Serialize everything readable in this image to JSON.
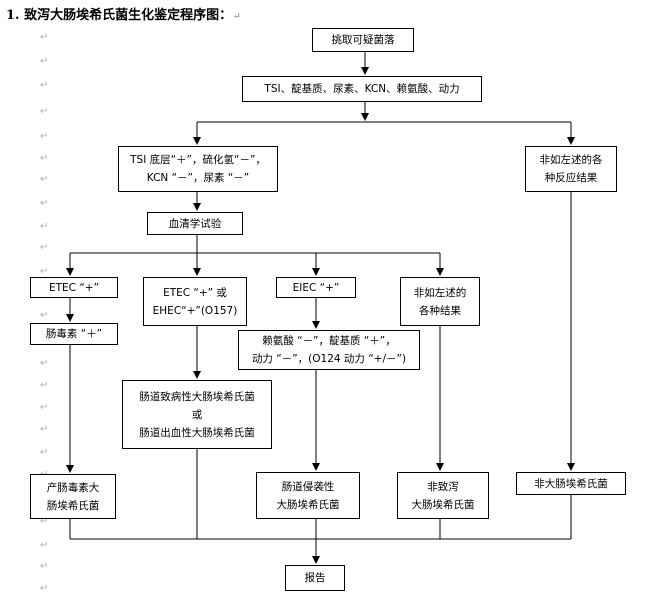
{
  "title": "1. 致泻大肠埃希氏菌生化鉴定程序图：",
  "title_mark": "↵",
  "paragraph_mark": "↵",
  "nodes": {
    "pick": [
      "挑取可疑菌落"
    ],
    "tests": [
      "TSI、靛基质、尿素、KCN、赖氨酸、动力"
    ],
    "tsi": [
      "TSI 底层“＋”，硫化氢“－”，",
      "KCN “－”，尿素 “－”"
    ],
    "not_above_top": [
      "非如左述的各",
      "种反应结果"
    ],
    "serology": [
      "血清学试验"
    ],
    "etec": [
      "ETEC “+”"
    ],
    "etec_ehec": [
      "ETEC “+” 或",
      "EHEC“+”(O157)"
    ],
    "eiec": [
      "EIEC “+”"
    ],
    "not_above_mid": [
      "非如左述的",
      "各种结果"
    ],
    "enterotoxin": [
      "肠毒素 “＋”"
    ],
    "lysine": [
      "赖氨酸 “－”，靛基质 “＋”，",
      "动力 “－”，(O124 动力 “+/－”)"
    ],
    "epec": [
      "肠道致病性大肠埃希氏菌",
      "或",
      "肠道出血性大肠埃希氏菌"
    ],
    "toxigenic": [
      "产肠毒素大",
      "肠埃希氏菌"
    ],
    "invasive": [
      "肠道侵袭性",
      "大肠埃希氏菌"
    ],
    "nonpathogenic": [
      "非致泻",
      "大肠埃希氏菌"
    ],
    "non_ecoli": [
      "非大肠埃希氏菌"
    ],
    "report": [
      "报告"
    ]
  }
}
